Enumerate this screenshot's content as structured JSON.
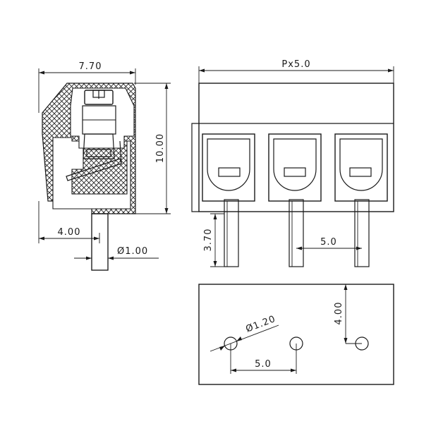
{
  "dimensions": {
    "side_width": "7.70",
    "height": "10.00",
    "pin_offset": "4.00",
    "pin_diameter": "Ø1.00",
    "pitch_total": "Px5.0",
    "pin_length": "3.70",
    "pin_spacing": "5.0",
    "hole_diameter": "Ø1.20",
    "hole_spacing": "5.0",
    "hole_offset": "4.00"
  }
}
